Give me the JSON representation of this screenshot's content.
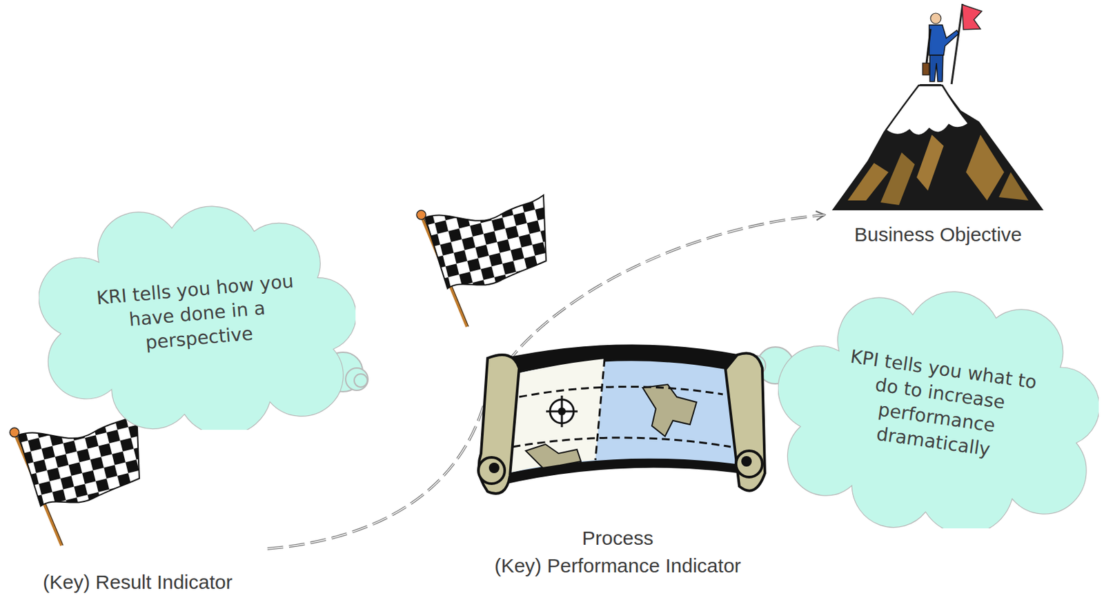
{
  "diagram": {
    "nodes": [
      {
        "text": [
          "Business Objective"
        ]
      },
      {
        "text": [
          "KRI tells you how you have done in a perspective"
        ]
      },
      {
        "text": [
          "KPI tells you what to do to increase performance dramatically"
        ]
      },
      {
        "text": [
          "Process",
          "(Key) Performance Indicator"
        ]
      },
      {
        "text": [
          "(Key) Result Indicator"
        ]
      }
    ],
    "edges": [
      {
        "from": 4,
        "to": 0,
        "arrow": "to"
      }
    ]
  }
}
